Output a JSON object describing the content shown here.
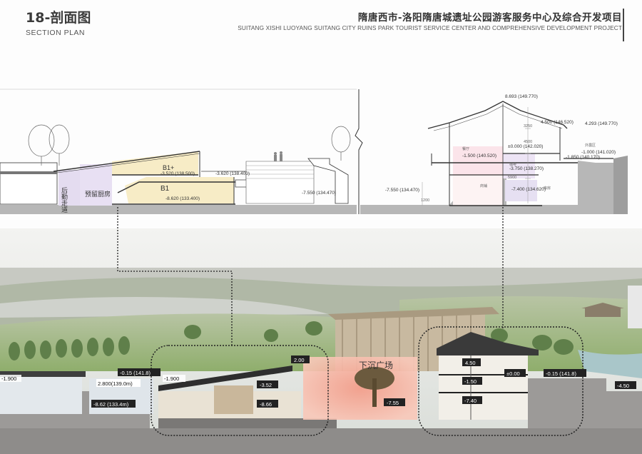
{
  "header": {
    "sheet_number_title": "18-剖面图",
    "sheet_subtitle": "SECTION PLAN",
    "project_title_cn": "隋唐西市-洛阳隋唐城遗址公园游客服务中心及综合开发项目",
    "project_title_en": "SUITANG XISHI LUOYANG SUITANG CITY RUINS PARK TOURIST SERVICE CENTER AND COMPREHENSIVE DEVELOPMENT PROJECT"
  },
  "section": {
    "room_labels": [
      "后勤走道",
      "预留厨房",
      "B1+",
      "B1"
    ],
    "elevations": {
      "e1": "-3.520 (138.500)",
      "e2": "-3.620 (138.400)",
      "e3": "-8.620 (133.400)",
      "e4": "-7.550 (134.470)",
      "e5": "-7.550 (134.470)",
      "roof_top": "8.693 (149.770)",
      "roof_r1": "4.500 (146.520)",
      "roof_r2": "4.293 (149.770)",
      "zero": "±0.000 (142.020)",
      "r_m150": "-1.500 (140.520)",
      "r_m375": "-3.750 (138.270)",
      "r_m740": "-7.400 (134.620)",
      "r_m100": "-1.000 (141.020)",
      "r_m185": "-1.850 (140.170)"
    },
    "small_labels": {
      "dims1": "3250",
      "dims2": "4500",
      "dims3": "5900",
      "dims4": "1200",
      "room_r1": "餐厅",
      "room_r2": "咖啡",
      "room_r3": "商铺",
      "room_r4": "库房",
      "outdoor": "外露区"
    }
  },
  "render": {
    "plaza_label": "下沉广场",
    "tags": {
      "t_left_1900": "-1.900",
      "t_m015": "-0.15 (141.8)",
      "t_2800": "2.800(139.0m)",
      "t_1900": "-1.900",
      "t_862": "-8.62 (133.4m)",
      "t_200": "2.00",
      "t_352": "-3.52",
      "t_866": "-8.66",
      "t_755": "-7.55",
      "t_450": "4.50",
      "t_000": "±0.00",
      "t_150": "-1.50",
      "t_740": "-7.40",
      "t_m015_r": "-0.15 (141.8)",
      "t_m450": "-4.50"
    }
  }
}
